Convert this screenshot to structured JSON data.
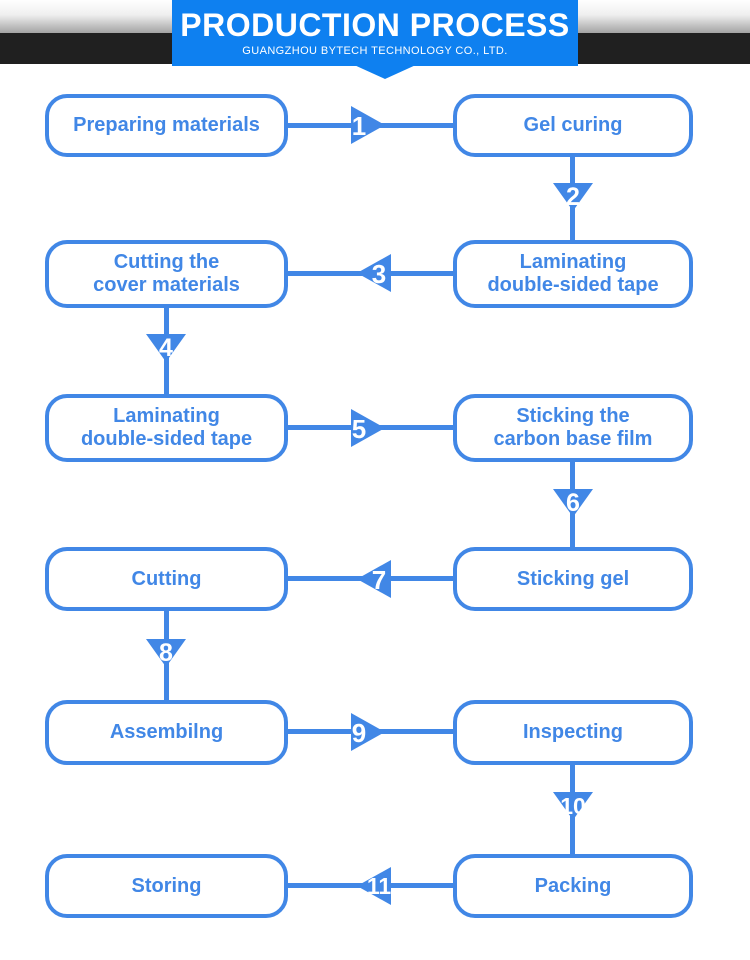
{
  "header": {
    "title": "PRODUCTION PROCESS",
    "subtitle": "GUANGZHOU BYTECH TECHNOLOGY CO., LTD."
  },
  "colors": {
    "header_blue": "#0e80f0",
    "flow_blue": "#4187e6",
    "top_band_black": "#202020",
    "node_fill": "#ffffff",
    "arrow_number_text": "#ffffff"
  },
  "nodes": [
    {
      "id": "preparing-materials",
      "label": "Preparing materials"
    },
    {
      "id": "gel-curing",
      "label": "Gel curing"
    },
    {
      "id": "laminating-double-sided-tape-1",
      "label": "Laminating\ndouble-sided tape"
    },
    {
      "id": "cutting-the-cover-materials",
      "label": "Cutting the\ncover materials"
    },
    {
      "id": "laminating-double-sided-tape-2",
      "label": "Laminating\ndouble-sided tape"
    },
    {
      "id": "sticking-the-carbon-base-film",
      "label": "Sticking the\ncarbon base film"
    },
    {
      "id": "sticking-gel",
      "label": "Sticking gel"
    },
    {
      "id": "cutting",
      "label": "Cutting"
    },
    {
      "id": "assembling",
      "label": "Assembilng"
    },
    {
      "id": "inspecting",
      "label": "Inspecting"
    },
    {
      "id": "packing",
      "label": "Packing"
    },
    {
      "id": "storing",
      "label": "Storing"
    }
  ],
  "arrows": [
    {
      "number": "1",
      "from": "Preparing materials",
      "to": "Gel curing",
      "direction": "right"
    },
    {
      "number": "2",
      "from": "Gel curing",
      "to": "Laminating double-sided tape",
      "direction": "down"
    },
    {
      "number": "3",
      "from": "Laminating double-sided tape",
      "to": "Cutting the cover materials",
      "direction": "left"
    },
    {
      "number": "4",
      "from": "Cutting the cover materials",
      "to": "Laminating double-sided tape",
      "direction": "down"
    },
    {
      "number": "5",
      "from": "Laminating double-sided tape",
      "to": "Sticking the carbon base film",
      "direction": "right"
    },
    {
      "number": "6",
      "from": "Sticking the carbon base film",
      "to": "Sticking gel",
      "direction": "down"
    },
    {
      "number": "7",
      "from": "Sticking gel",
      "to": "Cutting",
      "direction": "left"
    },
    {
      "number": "8",
      "from": "Cutting",
      "to": "Assembilng",
      "direction": "down"
    },
    {
      "number": "9",
      "from": "Assembilng",
      "to": "Inspecting",
      "direction": "right"
    },
    {
      "number": "10",
      "from": "Inspecting",
      "to": "Packing",
      "direction": "down"
    },
    {
      "number": "11",
      "from": "Packing",
      "to": "Storing",
      "direction": "left"
    }
  ]
}
